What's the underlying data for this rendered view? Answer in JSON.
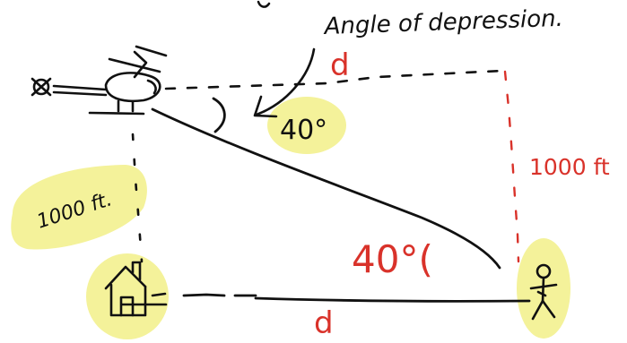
{
  "labels": {
    "caption": "Angle of depression.",
    "angle_top": "40°",
    "angle_bottom": "40°(",
    "d_top": "d",
    "d_bottom": "d",
    "height_right": "1000 ft",
    "height_left": "1000 ft."
  },
  "colors": {
    "ink": "#111111",
    "red": "#d9322a",
    "highlight": "#f4f29a"
  },
  "icons": {
    "aircraft": "helicopter-icon",
    "house": "house-icon",
    "person": "stick-person-icon"
  }
}
